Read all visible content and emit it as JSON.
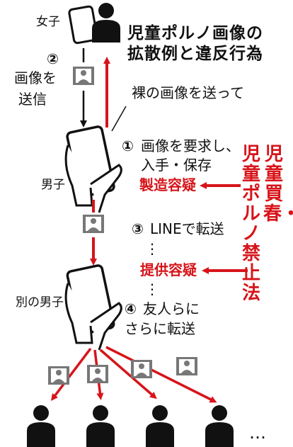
{
  "title_line1": "児童ポルノ画像の",
  "title_line2": "拡散例と違反行為",
  "people": {
    "girl": "女子",
    "boy": "男子",
    "other_boy": "別の男子"
  },
  "steps": {
    "s2_number": "②",
    "s2_line1": "画像を",
    "s2_line2": "送信",
    "callout": "裸の画像を送って",
    "s1_number": "①",
    "s1_line1": "画像を要求し、",
    "s1_line2": "入手・保存",
    "s3_number": "③",
    "s3_text": "LINEで転送",
    "s4_number": "④",
    "s4_line1": "友人らに",
    "s4_line2": "さらに転送"
  },
  "offenses": {
    "production": "製造容疑",
    "provision": "提供容疑"
  },
  "law": {
    "column1": "児童買春・",
    "column2": "児童ポルノ禁止法"
  },
  "ellipsis_dots": "…",
  "ellipsis_vertical": "⋮",
  "colors": {
    "accent": "#d7141a",
    "ink": "#111111"
  }
}
